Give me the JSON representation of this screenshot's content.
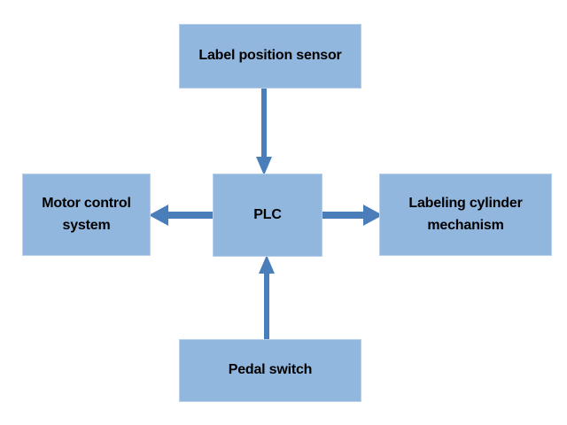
{
  "diagram": {
    "type": "block-diagram",
    "background_color": "#ffffff",
    "node_fill_color": "#92B7DF",
    "node_border_color": "#B9D0EC",
    "arrow_color": "#4A7EBB",
    "text_color": "#000000",
    "nodes": [
      {
        "id": "sensor",
        "label": "Label position sensor"
      },
      {
        "id": "motor",
        "label": "Motor control\nsystem"
      },
      {
        "id": "plc",
        "label": "PLC"
      },
      {
        "id": "cylinder",
        "label": "Labeling cylinder\nmechanism"
      },
      {
        "id": "pedal",
        "label": "Pedal switch"
      }
    ],
    "edges": [
      {
        "from": "sensor",
        "to": "plc",
        "direction": "down"
      },
      {
        "from": "plc",
        "to": "motor",
        "direction": "left"
      },
      {
        "from": "plc",
        "to": "cylinder",
        "direction": "right"
      },
      {
        "from": "pedal",
        "to": "plc",
        "direction": "up"
      }
    ]
  }
}
